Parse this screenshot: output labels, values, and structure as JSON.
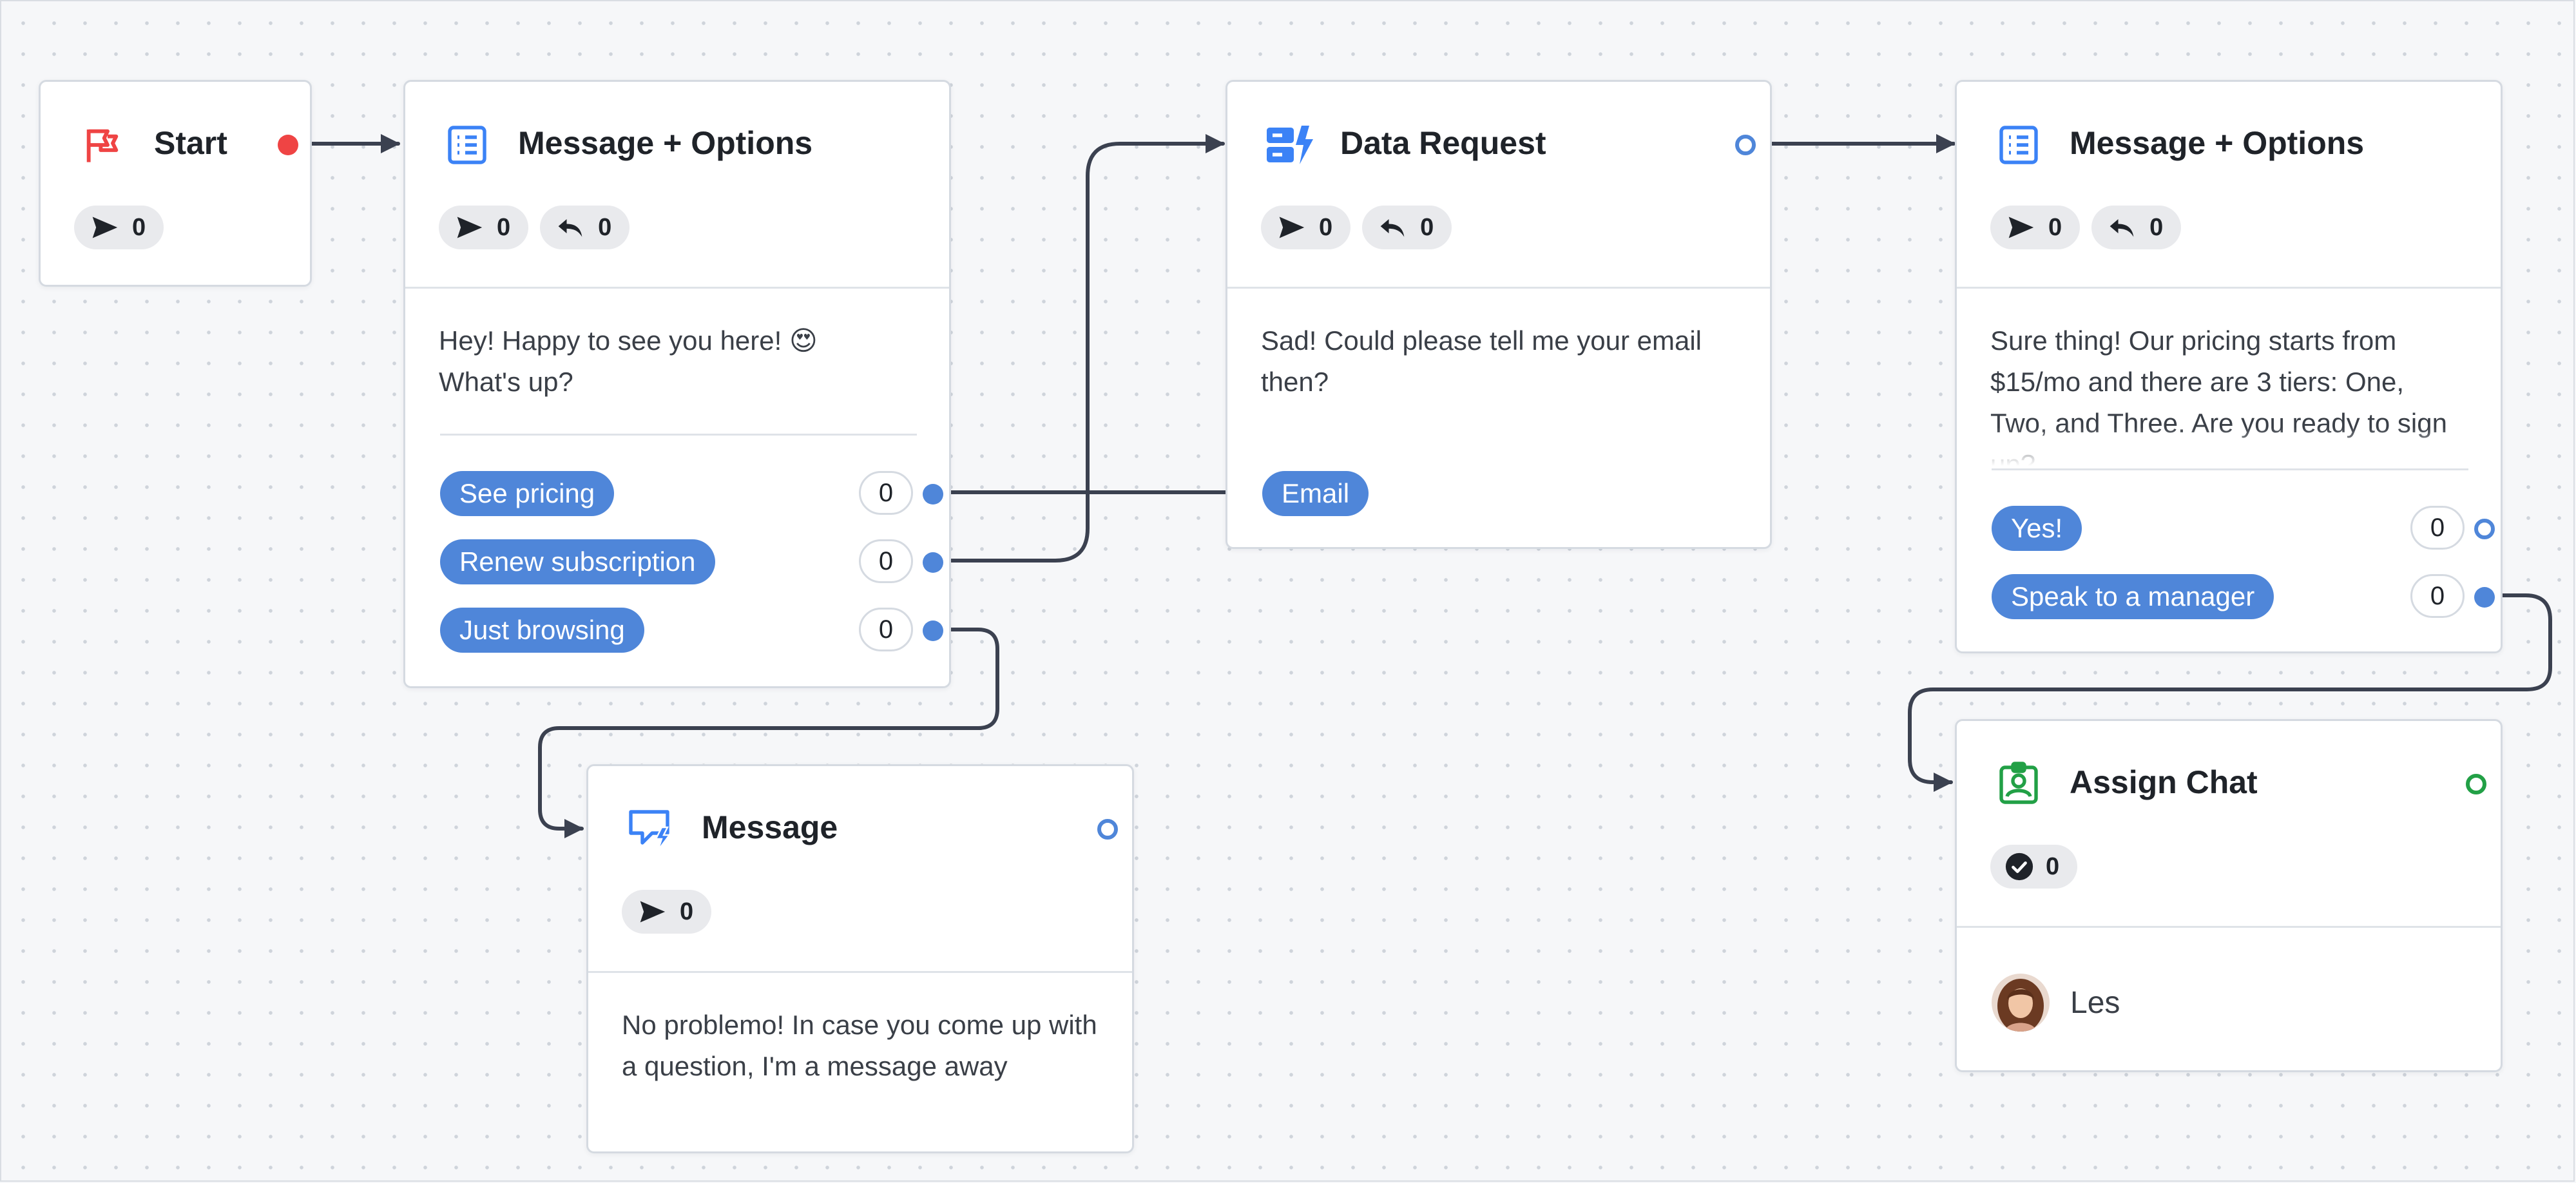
{
  "colors": {
    "accent": "#4f86d9",
    "start": "#ef4444",
    "assign": "#22a046",
    "wire": "#3b4150"
  },
  "nodes": {
    "start": {
      "title": "Start",
      "icon": "flag-icon",
      "sent": "0"
    },
    "options1": {
      "title": "Message + Options",
      "icon": "list-icon",
      "sent": "0",
      "replies": "0",
      "text": "Hey! Happy to see you here! 😍 What's up?",
      "options": [
        {
          "label": "See pricing",
          "count": "0"
        },
        {
          "label": "Renew subscription",
          "count": "0"
        },
        {
          "label": "Just browsing",
          "count": "0"
        }
      ]
    },
    "data_request": {
      "title": "Data Request",
      "icon": "data-request-icon",
      "sent": "0",
      "replies": "0",
      "text": "Sad! Could please tell me your email then?",
      "field": "Email"
    },
    "message": {
      "title": "Message",
      "icon": "message-icon",
      "sent": "0",
      "text": "No problemo! In case you come up with a question, I'm a message away"
    },
    "options2": {
      "title": "Message + Options",
      "icon": "list-icon",
      "sent": "0",
      "replies": "0",
      "text": "Sure thing! Our pricing starts from $15/mo and there are 3 tiers: One, Two, and Three. Are you ready to sign up?",
      "options": [
        {
          "label": "Yes!",
          "count": "0"
        },
        {
          "label": "Speak to a manager",
          "count": "0"
        }
      ]
    },
    "assign": {
      "title": "Assign Chat",
      "icon": "assign-chat-icon",
      "done": "0",
      "agent": "Les"
    }
  }
}
